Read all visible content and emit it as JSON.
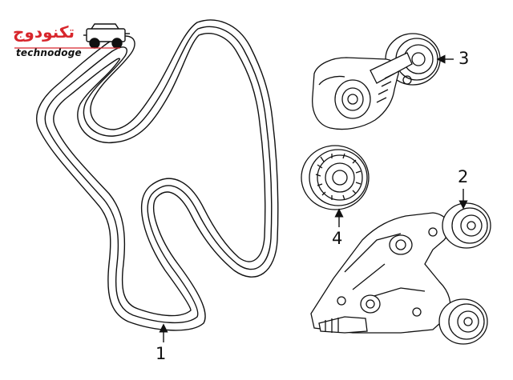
{
  "logo": {
    "arabic_text": "تكنودوج",
    "latin_text": "technodoge",
    "brand_color": "#d8262c",
    "icon": "jeep-icon"
  },
  "callouts": [
    "1",
    "2",
    "3",
    "4"
  ],
  "parts": [
    {
      "callout": "1",
      "name": "drive-belt"
    },
    {
      "callout": "2",
      "name": "belt-tensioner"
    },
    {
      "callout": "3",
      "name": "belt-tensioner-upper"
    },
    {
      "callout": "4",
      "name": "idler-pulley"
    }
  ]
}
